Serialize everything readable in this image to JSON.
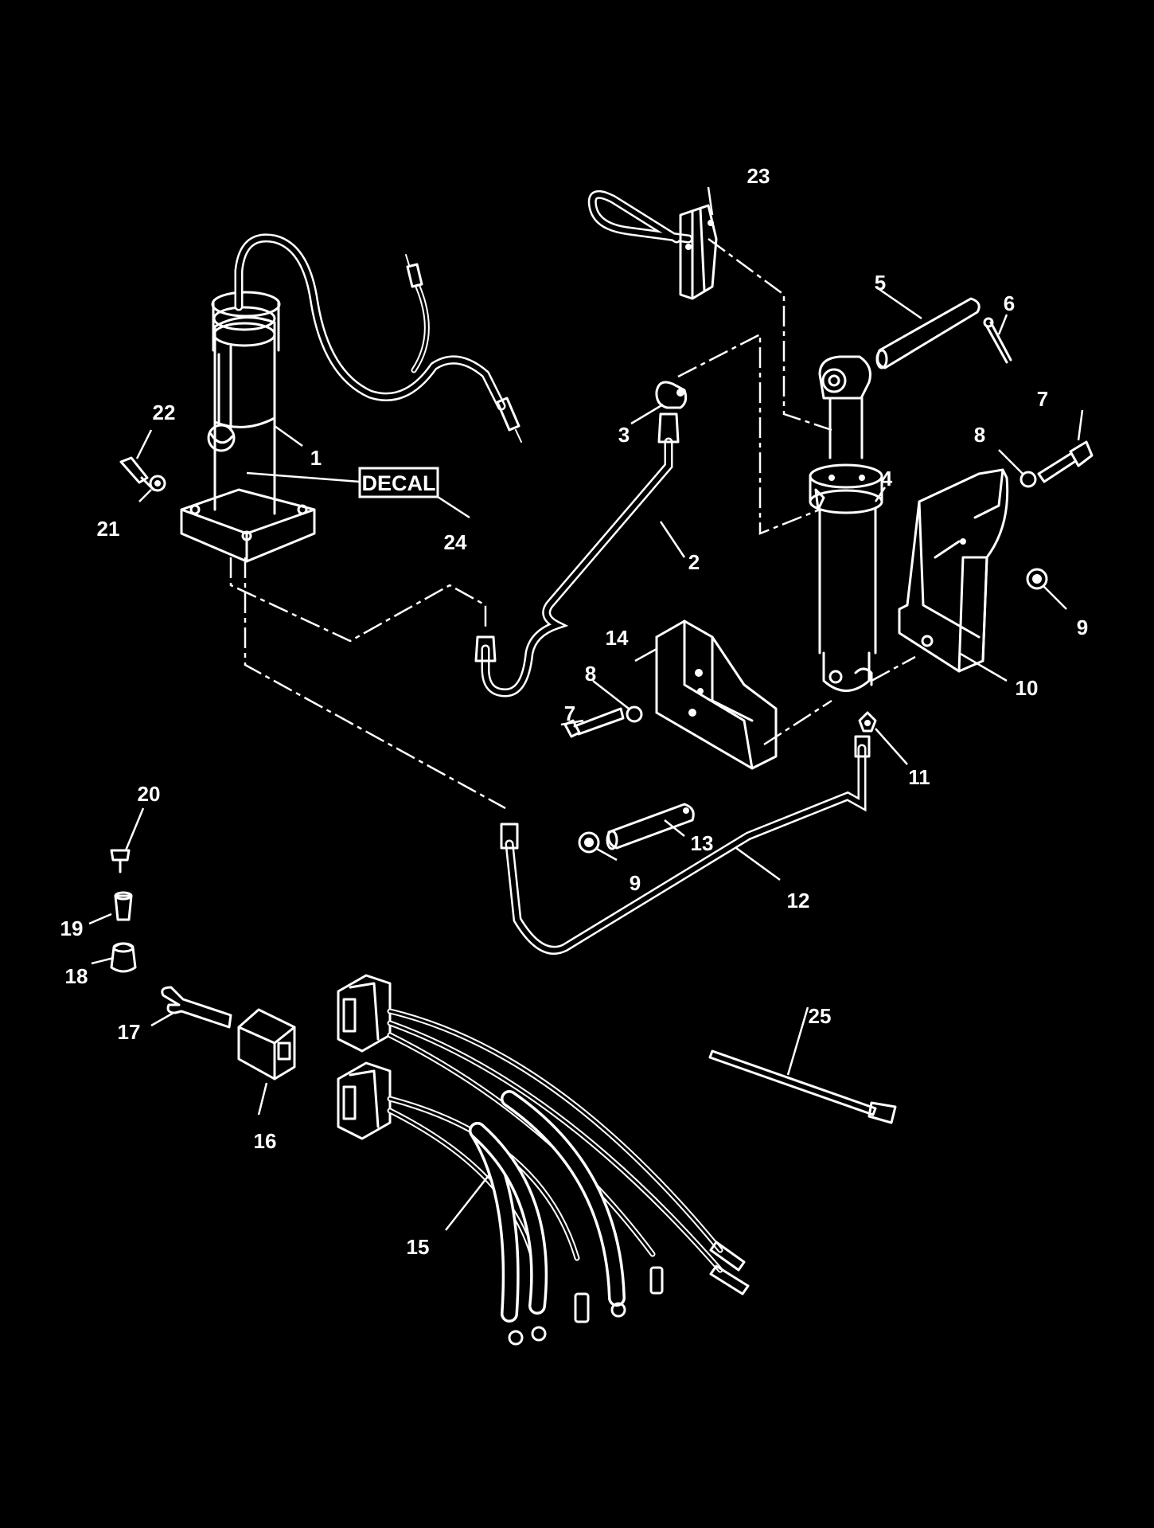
{
  "decal": {
    "text": "DECAL"
  },
  "callouts": [
    {
      "id": "c1",
      "text": "1"
    },
    {
      "id": "c2",
      "text": "2"
    },
    {
      "id": "c3",
      "text": "3"
    },
    {
      "id": "c4",
      "text": "4"
    },
    {
      "id": "c5",
      "text": "5"
    },
    {
      "id": "c6",
      "text": "6"
    },
    {
      "id": "c7a",
      "text": "7"
    },
    {
      "id": "c7b",
      "text": "7"
    },
    {
      "id": "c8a",
      "text": "8"
    },
    {
      "id": "c8b",
      "text": "8"
    },
    {
      "id": "c9a",
      "text": "9"
    },
    {
      "id": "c9b",
      "text": "9"
    },
    {
      "id": "c10",
      "text": "10"
    },
    {
      "id": "c11",
      "text": "11"
    },
    {
      "id": "c12",
      "text": "12"
    },
    {
      "id": "c13",
      "text": "13"
    },
    {
      "id": "c14",
      "text": "14"
    },
    {
      "id": "c15",
      "text": "15"
    },
    {
      "id": "c16",
      "text": "16"
    },
    {
      "id": "c17",
      "text": "17"
    },
    {
      "id": "c18",
      "text": "18"
    },
    {
      "id": "c19",
      "text": "19"
    },
    {
      "id": "c20",
      "text": "20"
    },
    {
      "id": "c21",
      "text": "21"
    },
    {
      "id": "c22",
      "text": "22"
    },
    {
      "id": "c23",
      "text": "23"
    },
    {
      "id": "c24",
      "text": "24"
    },
    {
      "id": "c25",
      "text": "25"
    }
  ],
  "colors": {
    "background": "#000000",
    "line": "#ffffff"
  }
}
